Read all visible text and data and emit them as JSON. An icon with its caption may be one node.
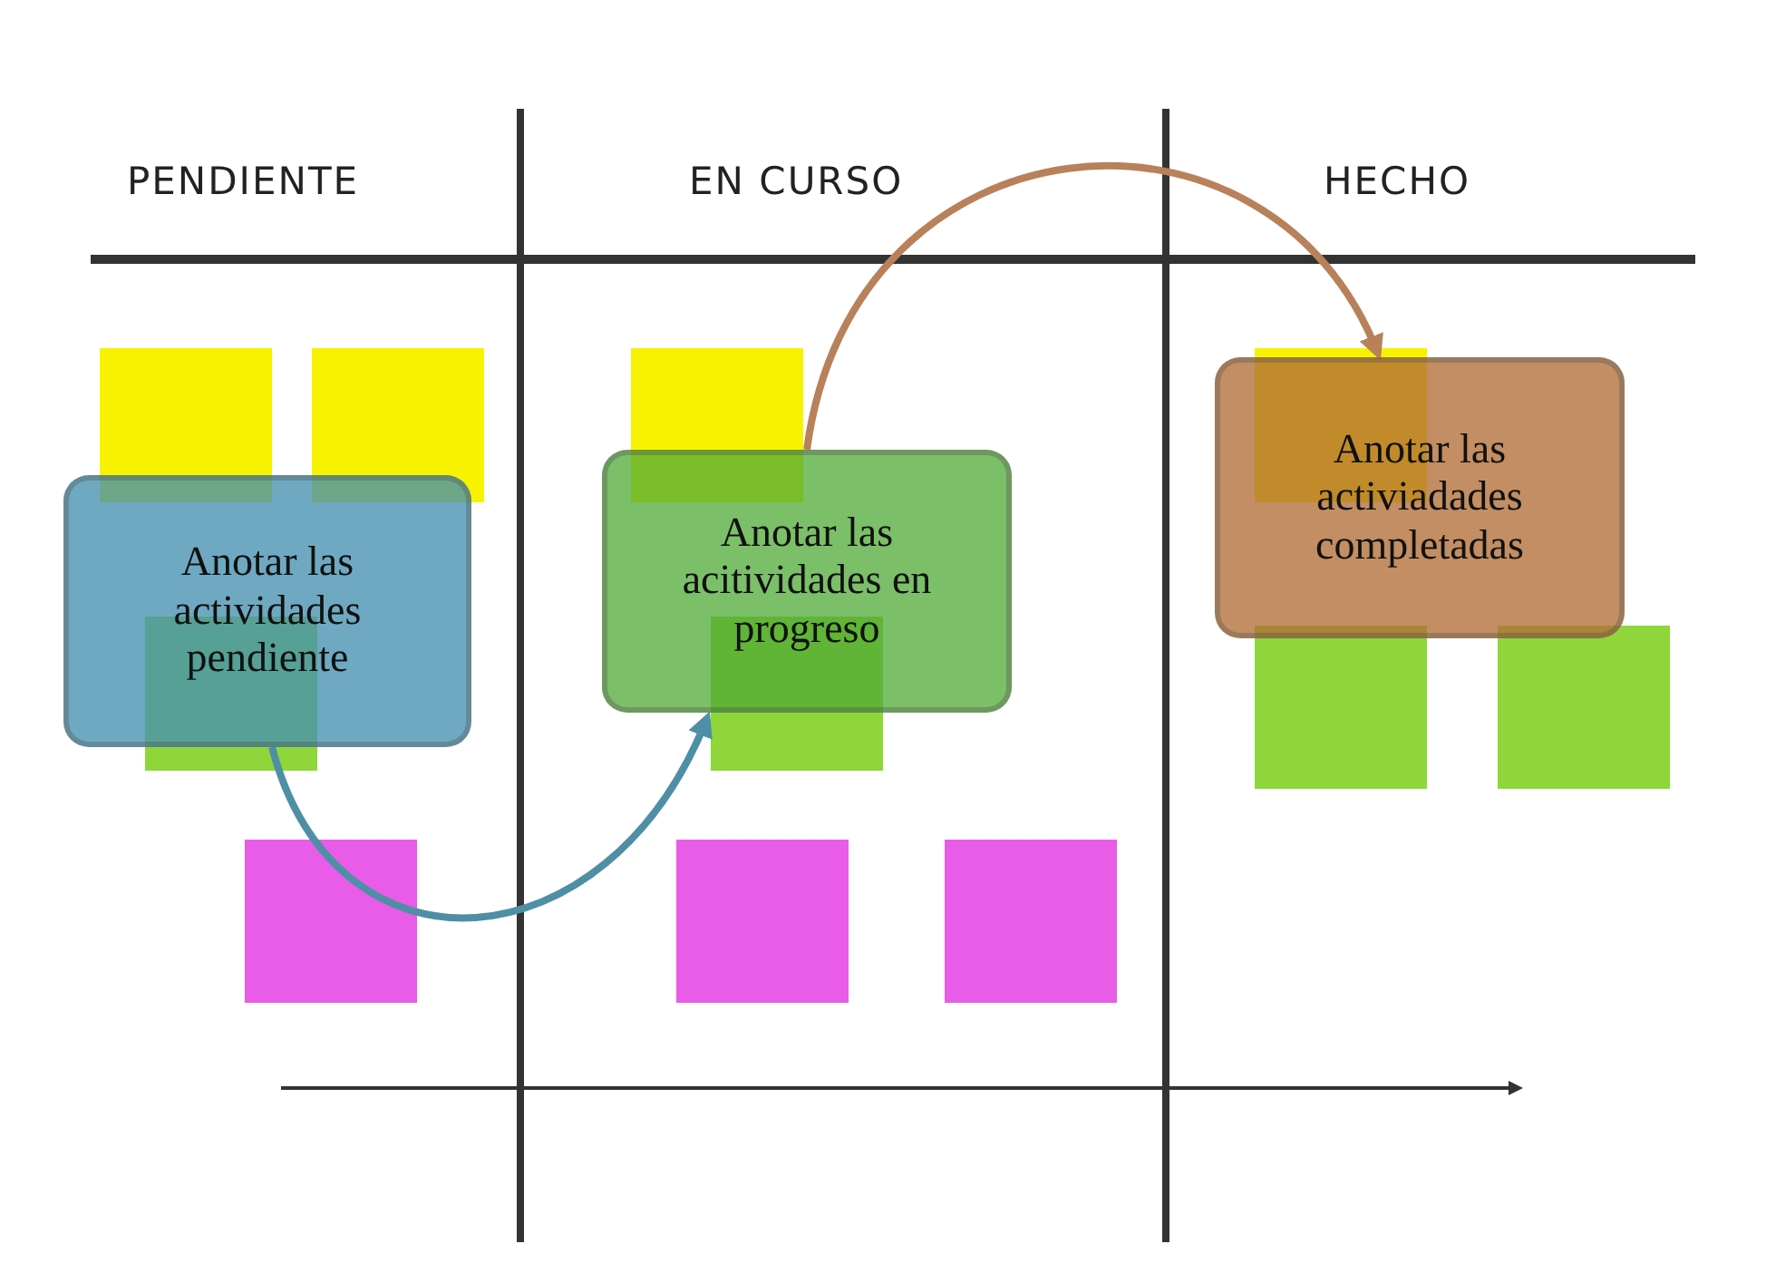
{
  "diagram": {
    "nodes": [
      {
        "text": [
          "Anotar las actividades pendiente"
        ]
      },
      {
        "text": [
          "Anotar las acitividades en progreso"
        ]
      },
      {
        "text": [
          "Anotar las activiadades completadas"
        ]
      }
    ],
    "edges": [
      {
        "from": 0,
        "to": 1,
        "arrow": "to",
        "color": "#4f8fa6"
      },
      {
        "from": 1,
        "to": 2,
        "arrow": "to",
        "color": "#b8815a"
      }
    ],
    "labels": [
      "PENDIENTE",
      "EN CURSO",
      "HECHO"
    ]
  }
}
